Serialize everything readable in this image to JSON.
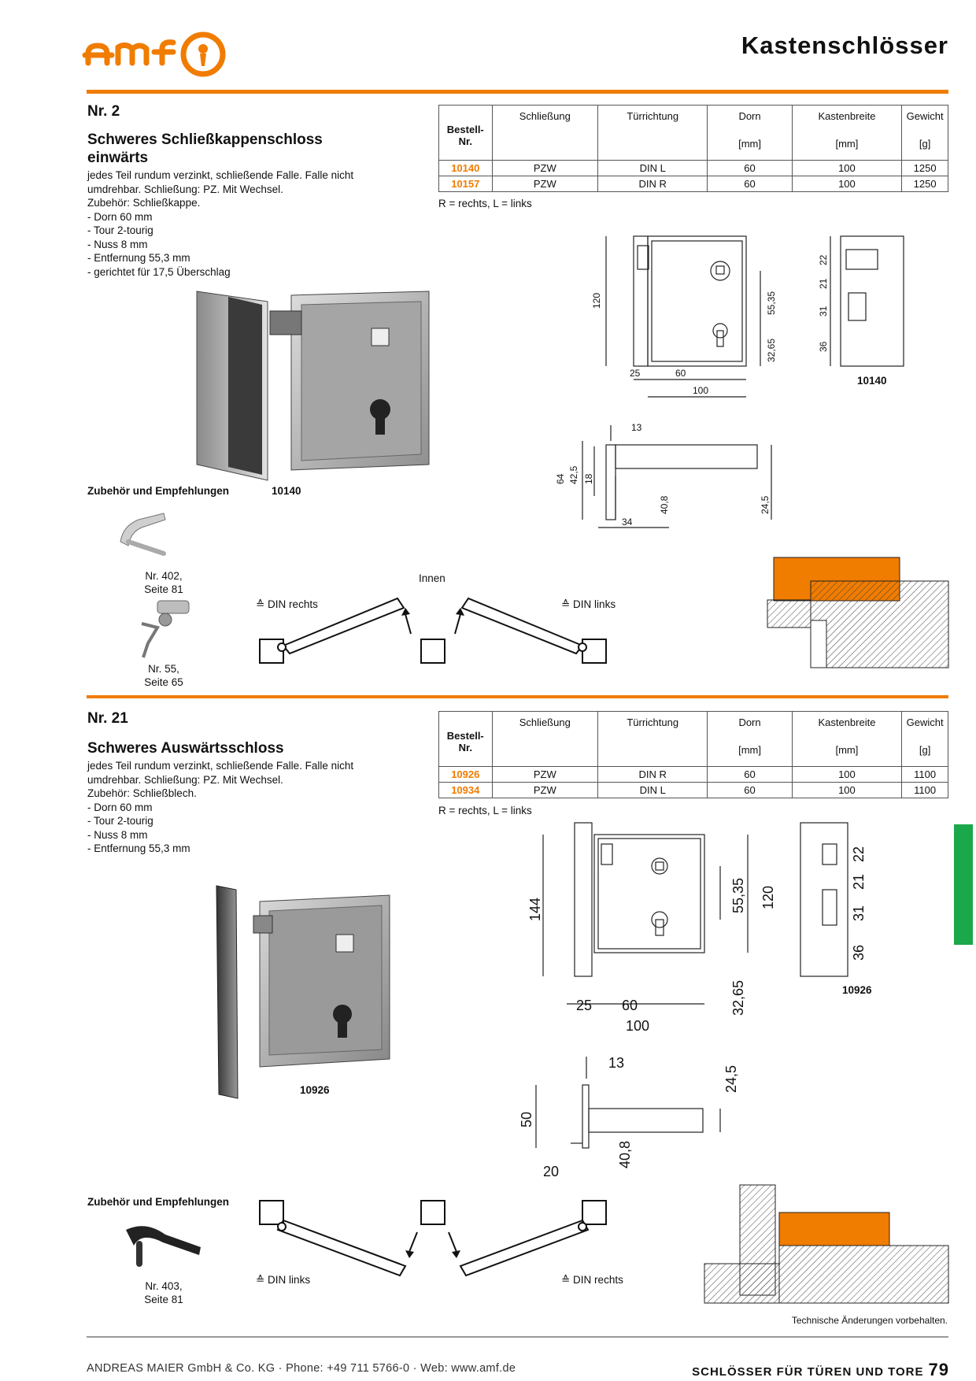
{
  "header": {
    "logo_text": "AMF",
    "title": "Kastenschlösser"
  },
  "colors": {
    "accent": "#f07c00",
    "side_tab": "#1aa84a"
  },
  "table_headers": {
    "bestell": "Bestell-\nNr.",
    "schliessung": "Schließung",
    "tuerrichtung": "Türrichtung",
    "dorn": "Dorn",
    "dorn_unit": "[mm]",
    "kastenbreite": "Kastenbreite",
    "kastenbreite_unit": "[mm]",
    "gewicht": "Gewicht",
    "gewicht_unit": "[g]"
  },
  "section1": {
    "num": "Nr. 2",
    "title": "Schweres Schließkappenschloss einwärts",
    "description": "jedes Teil rundum verzinkt, schließende Falle. Falle nicht umdrehbar. Schließung: PZ. Mit Wechsel.\nZubehör: Schließkappe.\n- Dorn 60 mm\n- Tour 2-tourig\n- Nuss 8 mm\n- Entfernung 55,3 mm\n- gerichtet für 17,5 Überschlag",
    "rows": [
      {
        "nr": "10140",
        "schliessung": "PZW",
        "tuerrichtung": "DIN L",
        "dorn": "60",
        "kastenbreite": "100",
        "gewicht": "1250"
      },
      {
        "nr": "10157",
        "schliessung": "PZW",
        "tuerrichtung": "DIN R",
        "dorn": "60",
        "kastenbreite": "100",
        "gewicht": "1250"
      }
    ],
    "note": "R = rechts, L = links",
    "photo_label": "10140",
    "drawing_label": "10140",
    "accessories_title": "Zubehör und Empfehlungen",
    "acc1": "Nr. 402,\nSeite 81",
    "acc2": "Nr. 55,\nSeite 65",
    "din_right": "≙ DIN rechts",
    "din_left": "≙ DIN links",
    "inside": "Innen",
    "dims": {
      "d120": "120",
      "d25": "25",
      "d60": "60",
      "d100": "100",
      "d5535": "55,35",
      "d3265": "32,65",
      "d22": "22",
      "d21": "21",
      "d31": "31",
      "d36": "36",
      "d13": "13",
      "d64": "64",
      "d425": "42,5",
      "d18": "18",
      "d408": "40,8",
      "d245": "24,5",
      "d34": "34"
    }
  },
  "section2": {
    "num": "Nr. 21",
    "title": "Schweres Auswärtsschloss",
    "description": "jedes Teil rundum verzinkt, schließende Falle. Falle nicht umdrehbar. Schließung: PZ. Mit Wechsel.\nZubehör: Schließblech.\n- Dorn 60 mm\n- Tour 2-tourig\n- Nuss 8 mm\n- Entfernung 55,3 mm",
    "rows": [
      {
        "nr": "10926",
        "schliessung": "PZW",
        "tuerrichtung": "DIN R",
        "dorn": "60",
        "kastenbreite": "100",
        "gewicht": "1100"
      },
      {
        "nr": "10934",
        "schliessung": "PZW",
        "tuerrichtung": "DIN L",
        "dorn": "60",
        "kastenbreite": "100",
        "gewicht": "1100"
      }
    ],
    "note": "R = rechts, L = links",
    "photo_label": "10926",
    "drawing_label": "10926",
    "accessories_title": "Zubehör und Empfehlungen",
    "acc1": "Nr. 403,\nSeite 81",
    "din_left": "≙ DIN links",
    "din_right": "≙ DIN rechts",
    "dims": {
      "d144": "144",
      "d25": "25",
      "d60": "60",
      "d100": "100",
      "d5535": "55,35",
      "d120": "120",
      "d3265": "32,65",
      "d22": "22",
      "d21": "21",
      "d31": "31",
      "d36": "36",
      "d13": "13",
      "d50": "50",
      "d20": "20",
      "d408": "40,8",
      "d245": "24,5"
    }
  },
  "footer": {
    "company": "ANDREAS MAIER GmbH & Co. KG · Phone: +49 711 5766-0 · Web: www.amf.de",
    "category": "SCHLÖSSER FÜR TÜREN UND TORE",
    "page": "79",
    "disclaimer": "Technische Änderungen vorbehalten."
  }
}
